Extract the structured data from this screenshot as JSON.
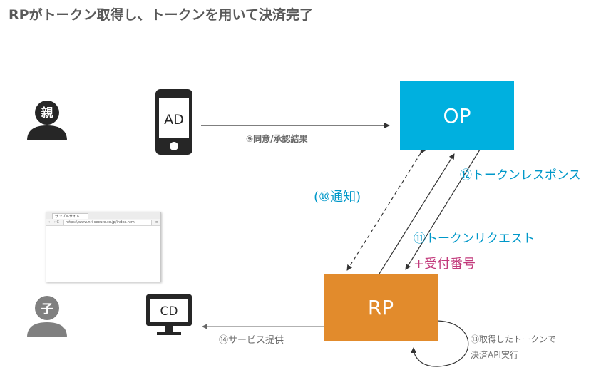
{
  "title": "RPがトークン取得し、トークンを用いて決済完了",
  "actors": {
    "parent_badge": "親",
    "child_badge": "子"
  },
  "devices": {
    "phone_label": "AD",
    "monitor_label": "CD"
  },
  "browser": {
    "tab_title": "サンプルサイト",
    "url": "https://www.nri-secure.co.jp/index.html"
  },
  "nodes": {
    "op": "OP",
    "rp": "RP"
  },
  "labels": {
    "step9": "⑨同意/承認結果",
    "step10": "(⑩通知)",
    "step12": "⑫トークンレスポンス",
    "step11": "⑪トークンリクエスト",
    "step11_extra": "+受付番号",
    "step14": "⑭サービス提供",
    "step13_line1": "⑬取得したトークンで",
    "step13_line2": "決済API実行"
  },
  "colors": {
    "op": "#00b0df",
    "rp": "#e28b2c",
    "accent_text": "#0098c9",
    "highlight_text": "#c2397b",
    "icon_dark": "#262626",
    "icon_gray": "#808080"
  }
}
